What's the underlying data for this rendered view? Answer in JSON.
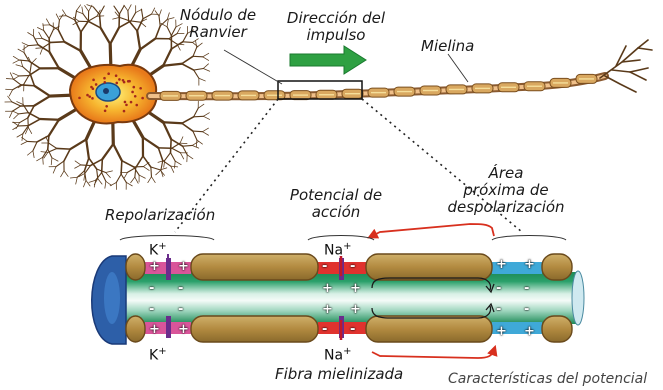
{
  "labels": {
    "node": [
      "Nódulo de",
      "Ranvier"
    ],
    "direction": [
      "Dirección del",
      "impulso"
    ],
    "myelin": "Mielina",
    "repolarization": "Repolarización",
    "action_potential": [
      "Potencial de",
      "acción"
    ],
    "near_area": [
      "Área",
      "próxima de",
      "despolarización"
    ],
    "fiber": "Fibra mielinizada",
    "cut_caption": "Características del potencial"
  },
  "ions": {
    "k_top": {
      "sym": "K",
      "sup": "+"
    },
    "na_top": {
      "sym": "Na",
      "sup": "+"
    },
    "k_bottom": {
      "sym": "K",
      "sup": "+"
    },
    "na_bottom": {
      "sym": "Na",
      "sup": "+"
    }
  },
  "charges": {
    "plus": "+",
    "minus": "-"
  },
  "colors": {
    "myelin": "#b8934a",
    "axon_core": "#2aa06a",
    "axon_light": "#e4f4ee",
    "membrane_blue": "#2d5fa8",
    "repol_zone": "#d9559a",
    "actpot_zone": "#e0322e",
    "next_zone": "#3fa9d8",
    "arrow_red": "#d8301e",
    "arrow_green": "#2ea042",
    "soma": "#f07d1a",
    "channel": "#6a2c8c"
  }
}
